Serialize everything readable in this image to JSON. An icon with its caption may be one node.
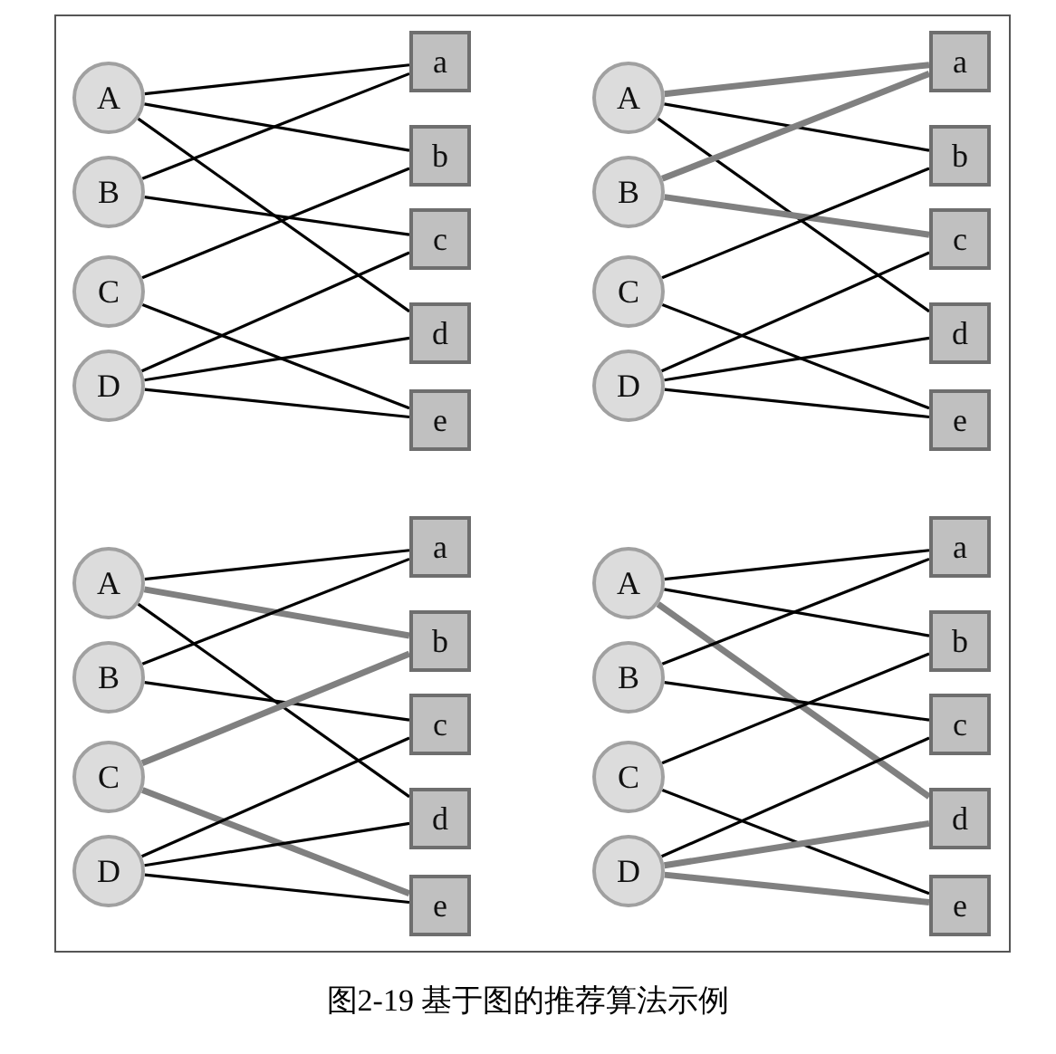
{
  "diagram": {
    "caption": "图2-19 基于图的推荐算法示例",
    "nodes": [
      {
        "text": [
          "A"
        ]
      },
      {
        "text": [
          "B"
        ]
      },
      {
        "text": [
          "C"
        ]
      },
      {
        "text": [
          "D"
        ]
      },
      {
        "text": [
          "a"
        ]
      },
      {
        "text": [
          "b"
        ]
      },
      {
        "text": [
          "c"
        ]
      },
      {
        "text": [
          "d"
        ]
      },
      {
        "text": [
          "e"
        ]
      },
      {
        "text": [
          "A"
        ]
      },
      {
        "text": [
          "B"
        ]
      },
      {
        "text": [
          "C"
        ]
      },
      {
        "text": [
          "D"
        ]
      },
      {
        "text": [
          "a"
        ]
      },
      {
        "text": [
          "b"
        ]
      },
      {
        "text": [
          "c"
        ]
      },
      {
        "text": [
          "d"
        ]
      },
      {
        "text": [
          "e"
        ]
      },
      {
        "text": [
          "A"
        ]
      },
      {
        "text": [
          "B"
        ]
      },
      {
        "text": [
          "C"
        ]
      },
      {
        "text": [
          "D"
        ]
      },
      {
        "text": [
          "a"
        ]
      },
      {
        "text": [
          "b"
        ]
      },
      {
        "text": [
          "c"
        ]
      },
      {
        "text": [
          "d"
        ]
      },
      {
        "text": [
          "e"
        ]
      },
      {
        "text": [
          "A"
        ]
      },
      {
        "text": [
          "B"
        ]
      },
      {
        "text": [
          "C"
        ]
      },
      {
        "text": [
          "D"
        ]
      },
      {
        "text": [
          "a"
        ]
      },
      {
        "text": [
          "b"
        ]
      },
      {
        "text": [
          "c"
        ]
      },
      {
        "text": [
          "d"
        ]
      },
      {
        "text": [
          "e"
        ]
      }
    ],
    "edges": [
      {
        "from": 0,
        "to": 4,
        "arrow": "none"
      },
      {
        "from": 0,
        "to": 5,
        "arrow": "none"
      },
      {
        "from": 0,
        "to": 7,
        "arrow": "none"
      },
      {
        "from": 1,
        "to": 4,
        "arrow": "none"
      },
      {
        "from": 1,
        "to": 6,
        "arrow": "none"
      },
      {
        "from": 2,
        "to": 5,
        "arrow": "none"
      },
      {
        "from": 2,
        "to": 8,
        "arrow": "none"
      },
      {
        "from": 3,
        "to": 6,
        "arrow": "none"
      },
      {
        "from": 3,
        "to": 7,
        "arrow": "none"
      },
      {
        "from": 3,
        "to": 8,
        "arrow": "none"
      },
      {
        "from": 9,
        "to": 13,
        "arrow": "none",
        "style": "thick",
        "color": "#808080"
      },
      {
        "from": 9,
        "to": 14,
        "arrow": "none"
      },
      {
        "from": 9,
        "to": 16,
        "arrow": "none"
      },
      {
        "from": 10,
        "to": 13,
        "arrow": "none",
        "style": "thick",
        "color": "#808080"
      },
      {
        "from": 10,
        "to": 15,
        "arrow": "none",
        "style": "thick",
        "color": "#808080"
      },
      {
        "from": 11,
        "to": 14,
        "arrow": "none"
      },
      {
        "from": 11,
        "to": 17,
        "arrow": "none"
      },
      {
        "from": 12,
        "to": 15,
        "arrow": "none"
      },
      {
        "from": 12,
        "to": 16,
        "arrow": "none"
      },
      {
        "from": 12,
        "to": 17,
        "arrow": "none"
      },
      {
        "from": 18,
        "to": 22,
        "arrow": "none"
      },
      {
        "from": 18,
        "to": 23,
        "arrow": "none",
        "style": "thick",
        "color": "#808080"
      },
      {
        "from": 18,
        "to": 25,
        "arrow": "none"
      },
      {
        "from": 19,
        "to": 22,
        "arrow": "none"
      },
      {
        "from": 19,
        "to": 24,
        "arrow": "none"
      },
      {
        "from": 20,
        "to": 23,
        "arrow": "none",
        "style": "thick",
        "color": "#808080"
      },
      {
        "from": 20,
        "to": 26,
        "arrow": "none",
        "style": "thick",
        "color": "#808080"
      },
      {
        "from": 21,
        "to": 24,
        "arrow": "none"
      },
      {
        "from": 21,
        "to": 25,
        "arrow": "none"
      },
      {
        "from": 21,
        "to": 26,
        "arrow": "none"
      },
      {
        "from": 27,
        "to": 31,
        "arrow": "none"
      },
      {
        "from": 27,
        "to": 32,
        "arrow": "none"
      },
      {
        "from": 27,
        "to": 34,
        "arrow": "none",
        "style": "thick",
        "color": "#808080"
      },
      {
        "from": 28,
        "to": 31,
        "arrow": "none"
      },
      {
        "from": 28,
        "to": 33,
        "arrow": "none"
      },
      {
        "from": 29,
        "to": 32,
        "arrow": "none"
      },
      {
        "from": 29,
        "to": 35,
        "arrow": "none"
      },
      {
        "from": 30,
        "to": 33,
        "arrow": "none"
      },
      {
        "from": 30,
        "to": 34,
        "arrow": "none",
        "style": "thick",
        "color": "#808080"
      },
      {
        "from": 30,
        "to": 35,
        "arrow": "none",
        "style": "thick",
        "color": "#808080"
      }
    ]
  }
}
